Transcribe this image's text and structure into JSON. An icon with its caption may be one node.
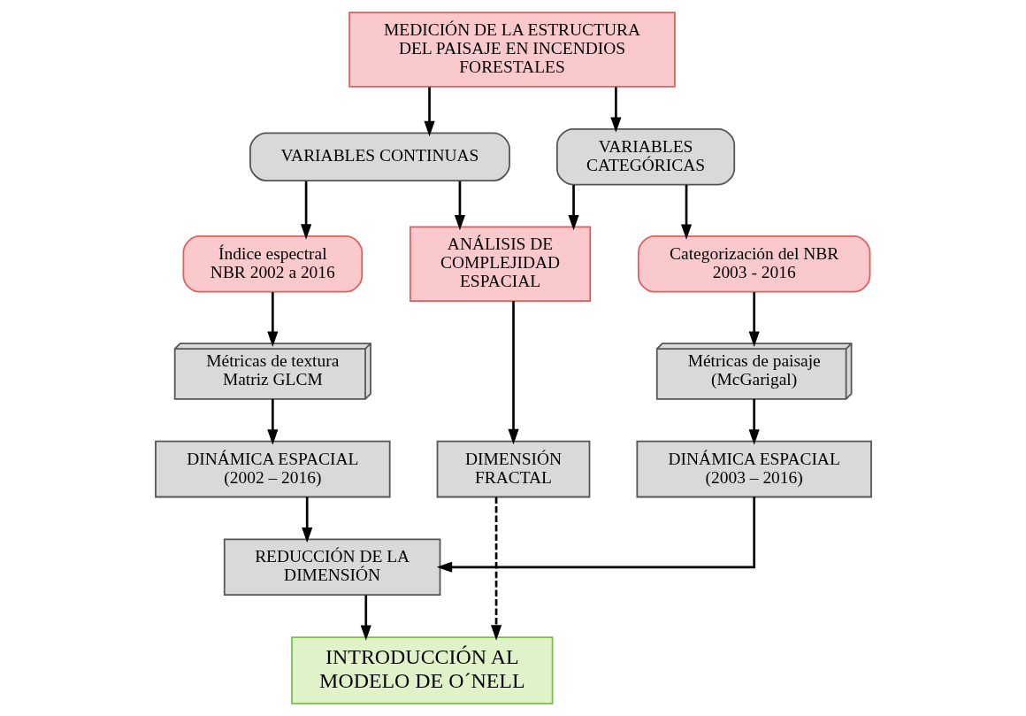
{
  "diagram": {
    "nodes": [
      {
        "text": [
          "MEDICIÓN DE LA ESTRUCTURA DEL PAISAJE EN INCENDIOS FORESTALES"
        ]
      },
      {
        "text": [
          "VARIABLES CONTINUAS"
        ]
      },
      {
        "text": [
          "VARIABLES CATEGÓRICAS"
        ]
      },
      {
        "text": [
          "Índice espectral NBR 2002 a 2016"
        ]
      },
      {
        "text": [
          "ANÁLISIS DE COMPLEJIDAD ESPACIAL"
        ]
      },
      {
        "text": [
          "Categorización del NBR 2003 - 2016"
        ]
      },
      {
        "text": [
          "Métricas de textura Matriz GLCM"
        ]
      },
      {
        "text": [
          "Métricas de paisaje",
          "(McGarigal)"
        ]
      },
      {
        "text": [
          "DIMENSIÓN FRACTAL"
        ]
      },
      {
        "text": [
          "DINÁMICA ESPACIAL (2002 – 2016)"
        ]
      },
      {
        "text": [
          "DINÁMICA ESPACIAL (2003 – 2016)"
        ]
      },
      {
        "text": [
          "REDUCCIÓN DE LA DIMENSIÓN"
        ]
      },
      {
        "text": [
          "INTRODUCCIÓN AL MODELO DE O´NELL"
        ]
      }
    ],
    "edges": [
      {
        "from": 0,
        "to": 1,
        "arrow": "to"
      },
      {
        "from": 0,
        "to": 2,
        "arrow": "to"
      },
      {
        "from": 1,
        "to": 3,
        "arrow": "to"
      },
      {
        "from": 1,
        "to": 4,
        "arrow": "to"
      },
      {
        "from": 2,
        "to": 4,
        "arrow": "to"
      },
      {
        "from": 2,
        "to": 5,
        "arrow": "to"
      },
      {
        "from": 3,
        "to": 6,
        "arrow": "to"
      },
      {
        "from": 5,
        "to": 7,
        "arrow": "to"
      },
      {
        "from": 4,
        "to": 8,
        "arrow": "to"
      },
      {
        "from": 6,
        "to": 9,
        "arrow": "to"
      },
      {
        "from": 7,
        "to": 10,
        "arrow": "to"
      },
      {
        "from": 9,
        "to": 11,
        "arrow": "to"
      },
      {
        "from": 10,
        "to": 11,
        "arrow": "to"
      },
      {
        "from": 11,
        "to": 12,
        "arrow": "to"
      },
      {
        "from": 8,
        "to": 12,
        "arrow": "to",
        "style": "dashed"
      }
    ]
  }
}
